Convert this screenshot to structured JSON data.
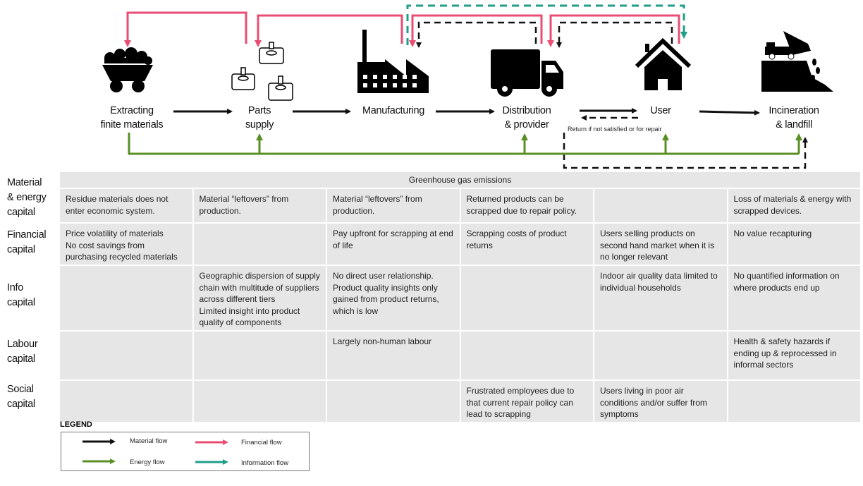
{
  "stages": [
    {
      "label": "Extracting\nfinite materials",
      "icon": "coal-cart-icon"
    },
    {
      "label": "Parts\nsupply",
      "icon": "motor-parts-icon"
    },
    {
      "label": "Manufacturing",
      "icon": "factory-icon"
    },
    {
      "label": "Distribution\n& provider",
      "icon": "truck-icon"
    },
    {
      "label": "User",
      "icon": "house-icon"
    },
    {
      "label": "Incineration\n& landfill",
      "icon": "dump-truck-landfill-icon"
    }
  ],
  "return_note": "Return if not satisfied or for repair",
  "table": {
    "banner": "Greenhouse gas emissions",
    "rows": [
      {
        "label": "Material\n& energy\ncapital",
        "cells": [
          "Residue materials does not enter economic system.",
          "Material “leftovers” from production.",
          "Material “leftovers” from production.",
          "Returned products can be scrapped due to repair policy.",
          "",
          "Loss of materials & energy with scrapped devices."
        ]
      },
      {
        "label": "Financial\ncapital",
        "cells": [
          "Price volatility of materials\nNo cost savings from purchasing recycled materials",
          "",
          "Pay upfront for scrapping at end of life",
          "Scrapping costs of product returns",
          "Users selling products on second hand market when it is no longer relevant",
          "No value recapturing"
        ]
      },
      {
        "label": "Info\ncapital",
        "cells": [
          "",
          "Geographic dispersion of supply chain with multitude of suppliers across different tiers\nLimited insight into product quality of components",
          "No direct user relationship. Product quality insights only gained from product returns, which is low",
          "",
          "Indoor air quality data limited to individual households",
          "No quantified information on where products end up"
        ]
      },
      {
        "label": "Labour\ncapital",
        "cells": [
          "",
          "",
          "Largely non-human labour",
          "",
          "",
          "Health & safety hazards if ending up & reprocessed in informal sectors"
        ]
      },
      {
        "label": "Social\ncapital",
        "cells": [
          "",
          "",
          "",
          "Frustrated employees due to that current repair policy can lead to scrapping",
          "Users living in poor air conditions and/or suffer from symptoms",
          ""
        ]
      }
    ]
  },
  "legend": {
    "title": "LEGEND",
    "items": [
      {
        "label": "Material flow",
        "color": "#111111"
      },
      {
        "label": "Financial flow",
        "color": "#ea4c74"
      },
      {
        "label": "Energy flow",
        "color": "#5a8f23"
      },
      {
        "label": "Information flow",
        "color": "#1f9e8a"
      }
    ]
  }
}
